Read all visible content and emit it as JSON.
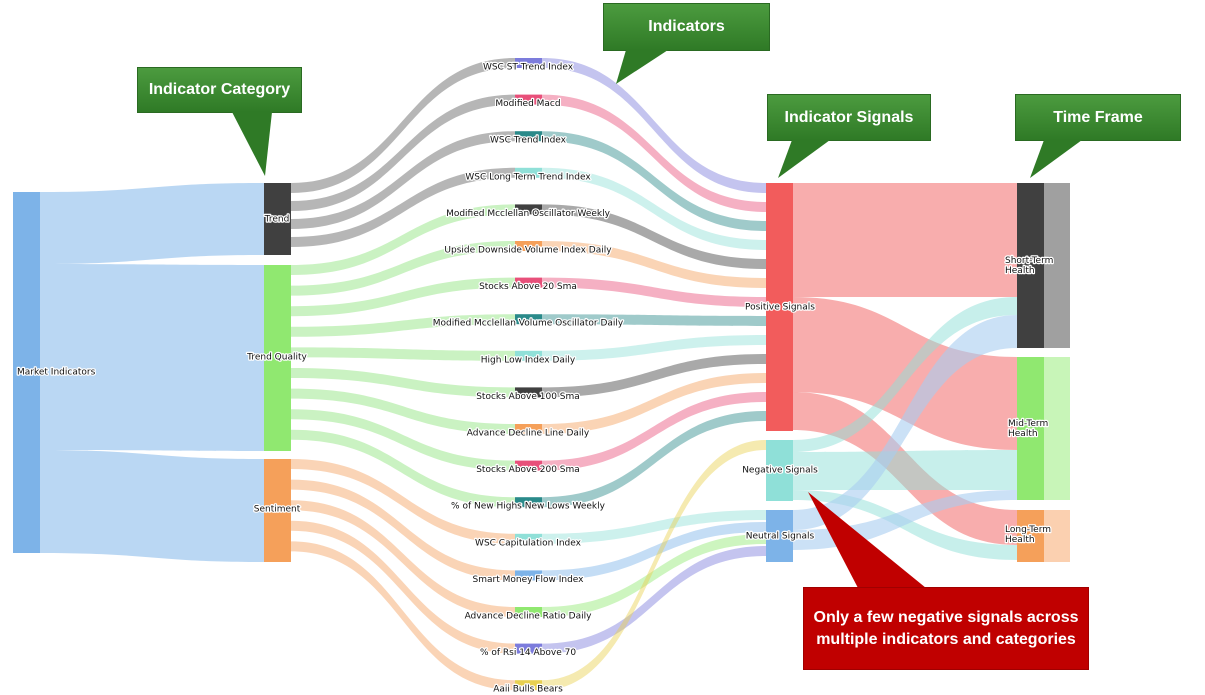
{
  "callouts": {
    "indicator_category": "Indicator Category",
    "indicators": "Indicators",
    "indicator_signals": "Indicator Signals",
    "time_frame": "Time Frame",
    "note": "Only a few negative signals across multiple indicators and categories"
  },
  "colors": {
    "callout_green": "#3a8a30",
    "callout_red": "#c00000",
    "market": "#7db3e8",
    "trend": "#404040",
    "trend_quality": "#90e870",
    "sentiment": "#f5a05a",
    "positive": "#f25c5c",
    "negative": "#8fe0d8",
    "neutral": "#7db3e8"
  },
  "chart_data": {
    "type": "sankey",
    "nodes": {
      "source": "Market Indicators",
      "categories": [
        "Trend",
        "Trend Quality",
        "Sentiment"
      ],
      "indicators": [
        "WSC ST Trend Index",
        "Modified Macd",
        "WSC Trend Index",
        "WSC Long Term Trend Index",
        "Modified Mcclellan Oscillator Weekly",
        "Upside Downside Volume Index Daily",
        "Stocks Above 20 Sma",
        "Modified Mcclellan Volume Oscillator Daily",
        "High Low Index Daily",
        "Stocks Above 100 Sma",
        "Advance Decline Line Daily",
        "Stocks Above 200 Sma",
        "% of New Highs New Lows Weekly",
        "WSC Capitulation Index",
        "Smart Money Flow Index",
        "Advance Decline Ratio Daily",
        "% of Rsi 14 Above 70",
        "Aaii Bulls Bears"
      ],
      "signals": [
        "Positive Signals",
        "Negative Signals",
        "Neutral Signals"
      ],
      "time_frames": [
        "Short-Term Health",
        "Mid-Term Health",
        "Long-Term Health"
      ]
    }
  }
}
